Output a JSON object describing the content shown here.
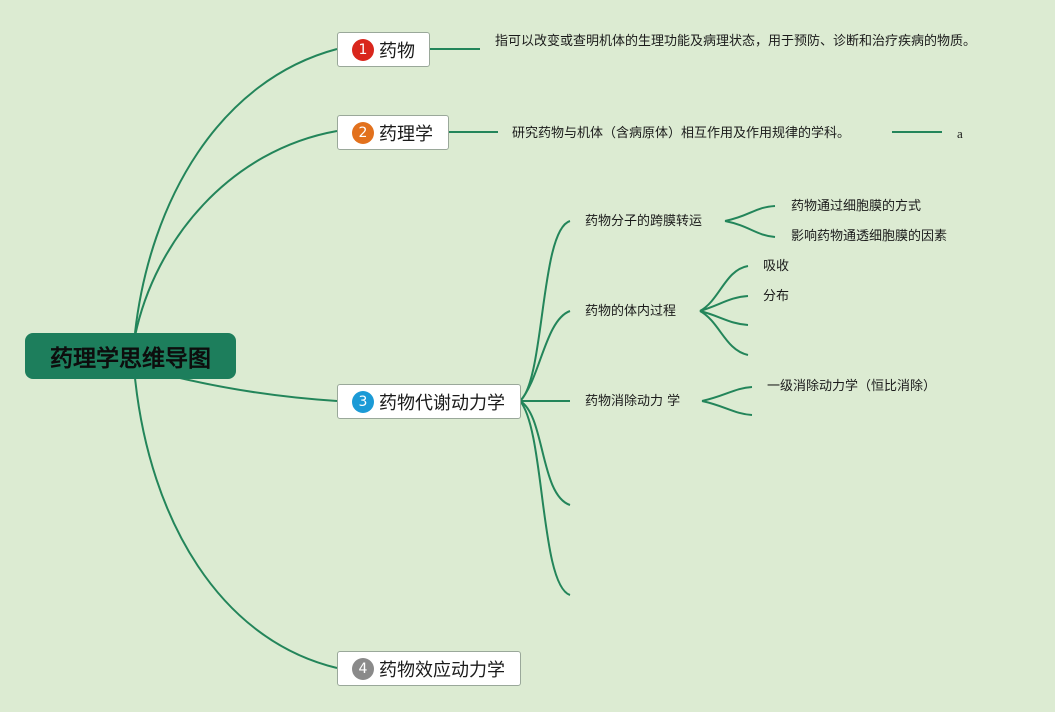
{
  "root": {
    "label": "药理学思维导图"
  },
  "topics": [
    {
      "number": "1",
      "label": "药物",
      "badge_color": "#d9261c"
    },
    {
      "number": "2",
      "label": "药理学",
      "badge_color": "#e2711d"
    },
    {
      "number": "3",
      "label": "药物代谢动力学",
      "badge_color": "#1b9ad6"
    },
    {
      "number": "4",
      "label": "药物效应动力学",
      "badge_color": "#8a8a8a"
    }
  ],
  "definitions": {
    "drug": "指可以改变或查明机体的生理功能及病理状态，用于预防、诊断和治疗疾病的物质。",
    "pharmacology": "研究药物与机体（含病原体）相互作用及作用规律的学科。",
    "pharmacology_note": "a"
  },
  "pharmacokinetics": {
    "transmembrane": {
      "label": "药物分子的跨膜转运",
      "children": [
        "药物通过细胞膜的方式",
        "影响药物通透细胞膜的因素"
      ]
    },
    "in_vivo": {
      "label": "药物的体内过程",
      "children": [
        "吸收",
        "分布"
      ]
    },
    "elimination": {
      "label": "药物消除动力 学",
      "children": [
        "一级消除动力学（恒比消除）"
      ]
    }
  },
  "colors": {
    "background": "#dcebd2",
    "line": "#23855a",
    "root_fill": "#1d7e5c"
  }
}
